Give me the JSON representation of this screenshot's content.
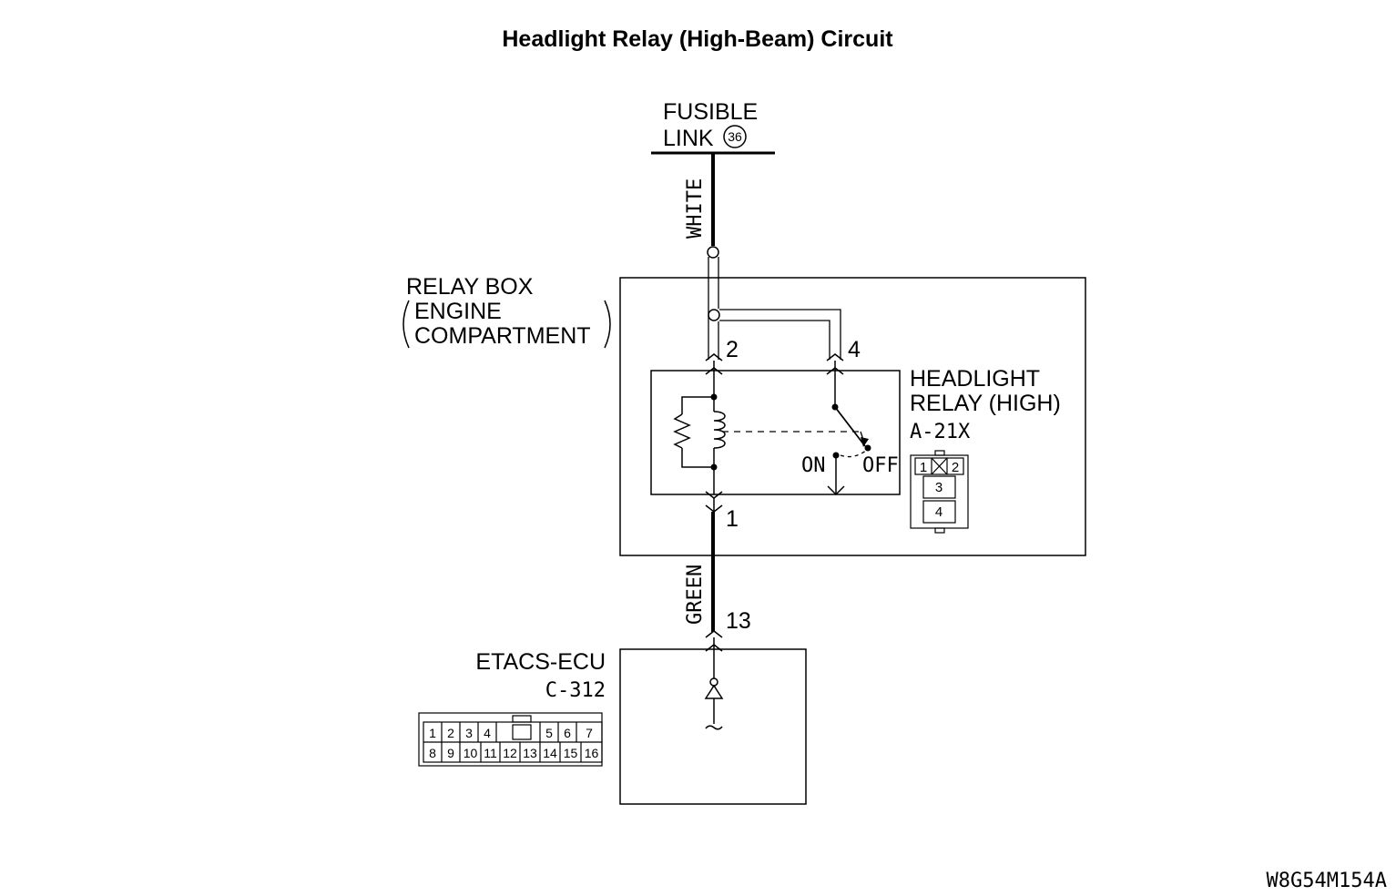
{
  "title": "Headlight Relay (High-Beam) Circuit",
  "fusible_link": {
    "line1": "FUSIBLE",
    "line2": "LINK",
    "number": "36"
  },
  "wires": {
    "top": "WHITE",
    "bottom": "GREEN"
  },
  "relay_box": {
    "line1": "RELAY BOX",
    "line2": "ENGINE",
    "line3": "COMPARTMENT"
  },
  "relay": {
    "line1": "HEADLIGHT",
    "line2": "RELAY (HIGH)",
    "connector": "A-21X",
    "switch_on": "ON",
    "switch_off": "OFF",
    "pins": {
      "p1": "1",
      "p2": "2",
      "p3": "3",
      "p4": "4"
    }
  },
  "terminals": {
    "t2": "2",
    "t4": "4",
    "t1": "1",
    "t13": "13"
  },
  "ecu": {
    "name": "ETACS-ECU",
    "connector": "C-312",
    "pins_row1": [
      "1",
      "2",
      "3",
      "4",
      "5",
      "6",
      "7"
    ],
    "pins_row2": [
      "8",
      "9",
      "10",
      "11",
      "12",
      "13",
      "14",
      "15",
      "16"
    ]
  },
  "figure_code": "W8G54M154A"
}
